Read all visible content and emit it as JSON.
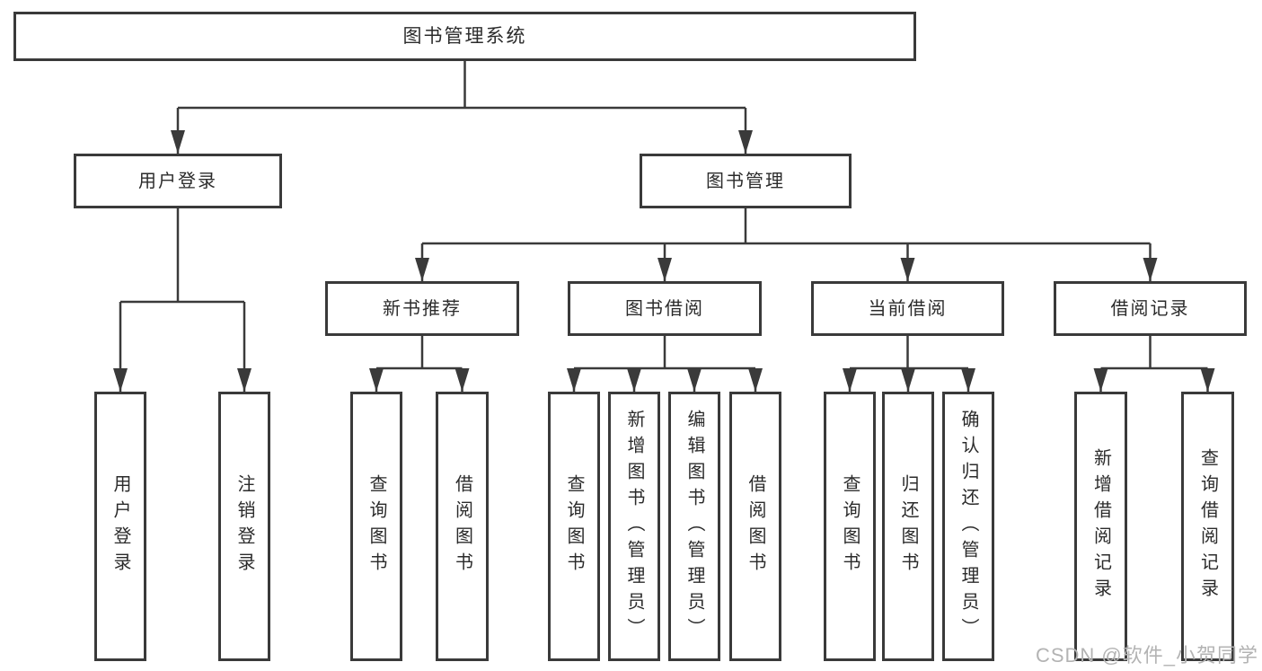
{
  "colors": {
    "line": "#3a3a3a",
    "text": "#2b2b2b",
    "watermark": "#b3b3b3",
    "bg": "#ffffff"
  },
  "tree": {
    "label": "图书管理系统",
    "children": [
      {
        "label": "用户登录",
        "children": [
          {
            "label": "用户登录"
          },
          {
            "label": "注销登录"
          }
        ]
      },
      {
        "label": "图书管理",
        "children": [
          {
            "label": "新书推荐",
            "children": [
              {
                "label": "查询图书"
              },
              {
                "label": "借阅图书"
              }
            ]
          },
          {
            "label": "图书借阅",
            "children": [
              {
                "label": "查询图书"
              },
              {
                "label": "新增图书（管理员）"
              },
              {
                "label": "编辑图书（管理员）"
              },
              {
                "label": "借阅图书"
              }
            ]
          },
          {
            "label": "当前借阅",
            "children": [
              {
                "label": "查询图书"
              },
              {
                "label": "归还图书"
              },
              {
                "label": "确认归还（管理员）"
              }
            ]
          },
          {
            "label": "借阅记录",
            "children": [
              {
                "label": "新增借阅记录"
              },
              {
                "label": "查询借阅记录"
              }
            ]
          }
        ]
      }
    ]
  },
  "watermark": {
    "text": "CSDN @软件_小贺同学"
  }
}
